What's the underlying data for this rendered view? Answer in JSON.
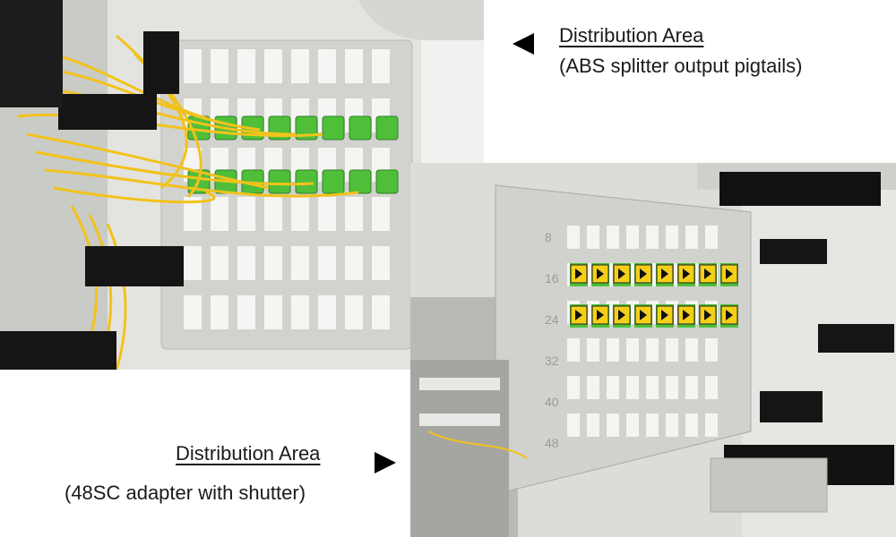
{
  "captions": {
    "top": {
      "title": "Distribution Area",
      "subtitle": "(ABS splitter output pigtails)"
    },
    "bottom": {
      "title": "Distribution Area",
      "subtitle": "(48SC adapter with shutter)"
    }
  },
  "panel_row_labels": [
    "8",
    "16",
    "24",
    "32",
    "40",
    "48"
  ],
  "colors": {
    "panel_grey": "#d9dad6",
    "fiber_yellow": "#f2c21b",
    "adapter_green": "#4fbf3a",
    "shutter_yellow": "#f5cf17",
    "brush_black": "#111111"
  }
}
